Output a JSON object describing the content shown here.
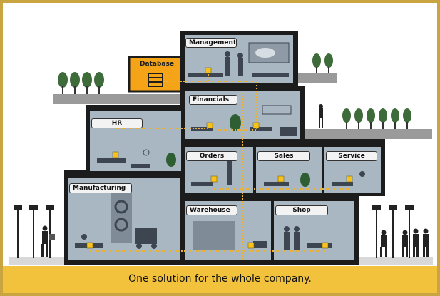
{
  "departments": {
    "management": "Management",
    "database": "Database",
    "financials": "Financials",
    "hr": "HR",
    "orders": "Orders",
    "sales": "Sales",
    "service": "Service",
    "manufacturing": "Manufacturing",
    "warehouse": "Warehouse",
    "shop": "Shop"
  },
  "caption": "One solution for the whole company.",
  "colors": {
    "frame": "#c9a542",
    "building": "#1c1c1c",
    "room": "#a9b7c3",
    "database_room": "#f5a418",
    "caption_bar": "#f2c23d",
    "connection": "#e9b23a"
  }
}
